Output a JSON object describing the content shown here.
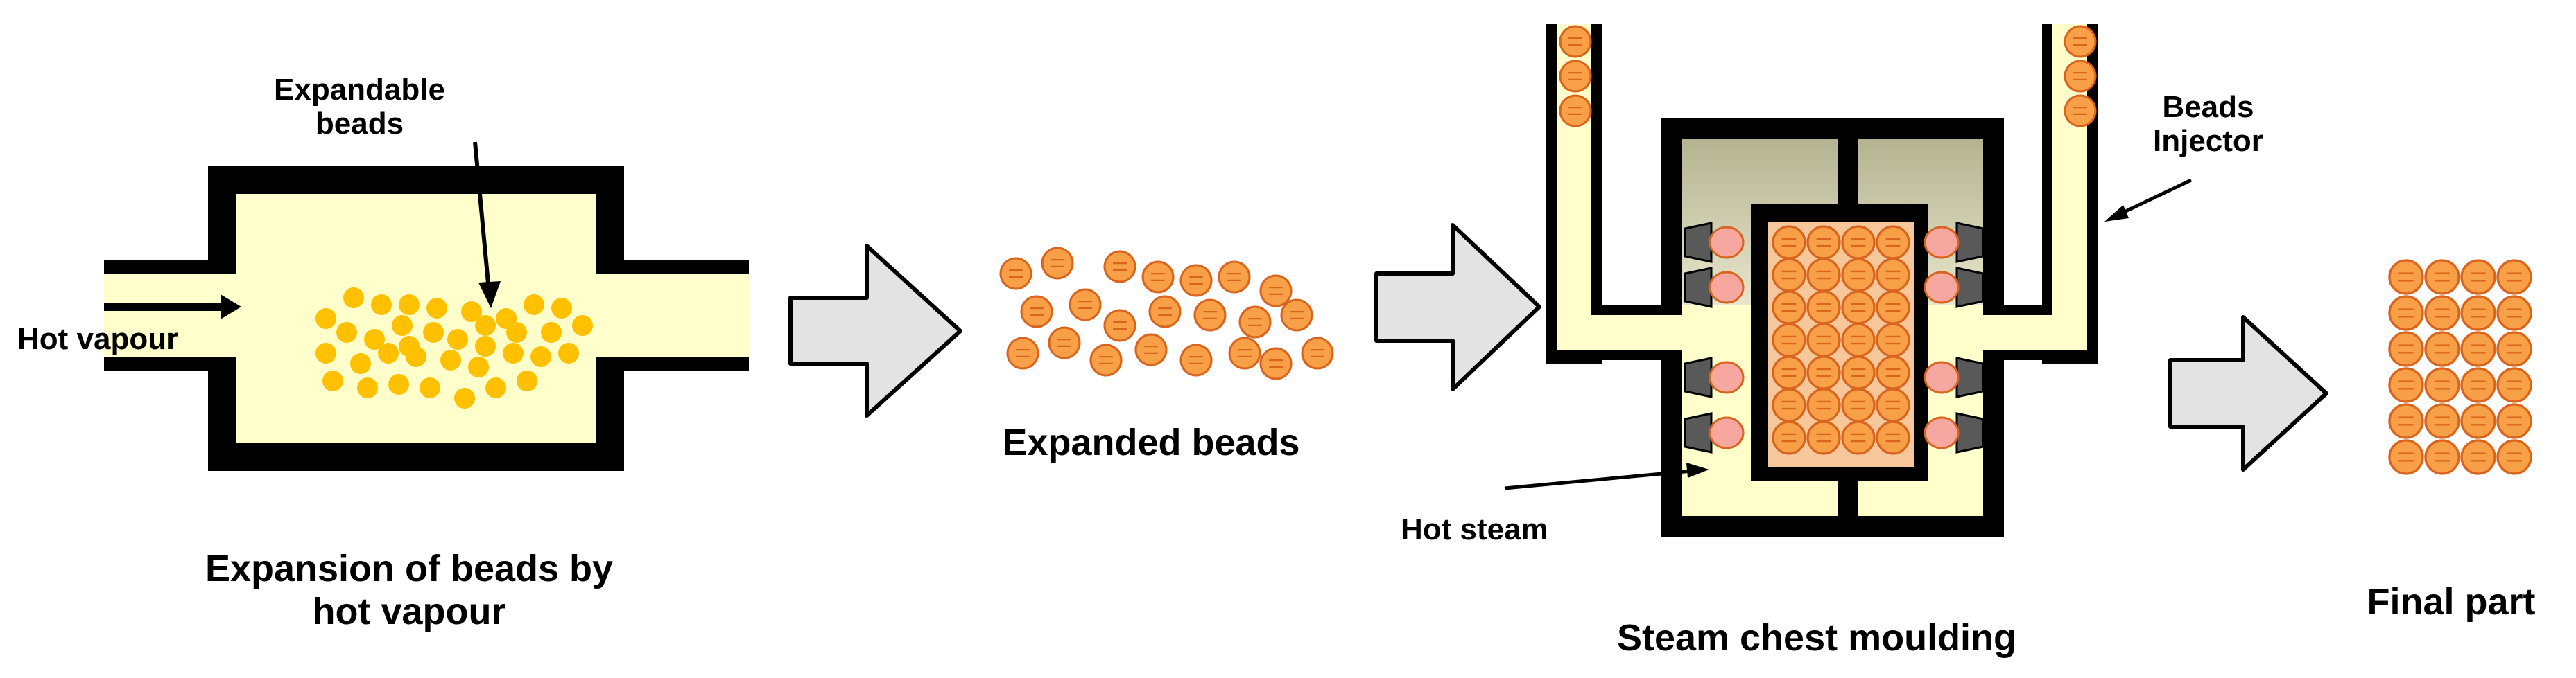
{
  "labels": {
    "expandable_beads": "Expandable\nbeads",
    "hot_vapour": "Hot vapour",
    "expansion_caption": "Expansion of beads by\nhot vapour",
    "expanded_beads": "Expanded beads",
    "beads_injector": "Beads\nInjector",
    "hot_steam": "Hot steam",
    "steam_chest_caption": "Steam chest moulding",
    "final_part": "Final part"
  },
  "colors": {
    "chamber_fill": "#ffffcc",
    "outline": "#000000",
    "raw_bead": "#ffc000",
    "expanded_bead_fill": "#f7a047",
    "expanded_bead_edge": "#d9641e",
    "arrow_fill": "#e3e3e3",
    "arrow_edge": "#000000",
    "mould_cavity_fill": "#c4c3a2",
    "steam_nozzle": "#595959",
    "steam_puff": "#f6a8a0"
  },
  "icons": [
    "process-arrow-icon",
    "steam-nozzle-icon",
    "bead-icon"
  ]
}
